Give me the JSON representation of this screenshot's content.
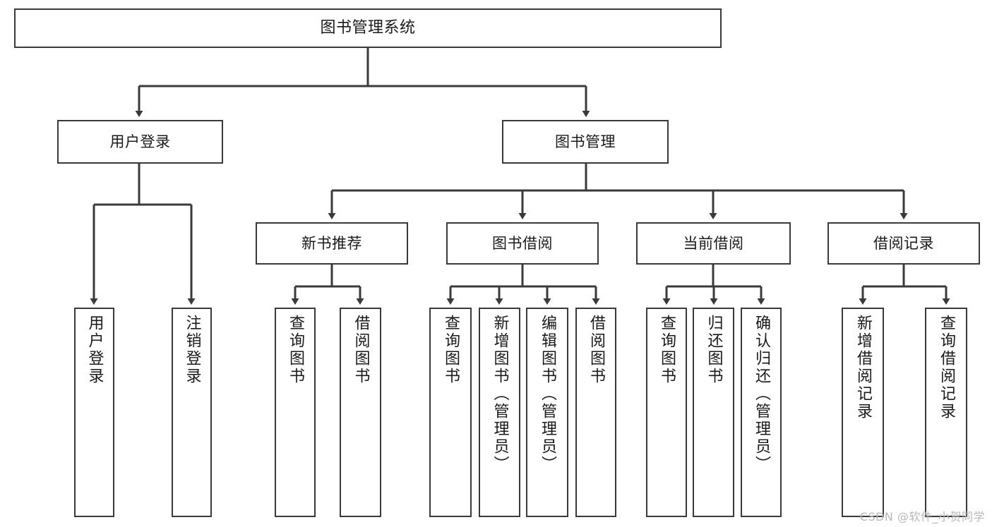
{
  "diagram": {
    "type": "tree",
    "title": "图书管理系统",
    "watermark": "CSDN @软件_小贺同学",
    "colors": {
      "box_border": "#3a3a3a",
      "box_fill": "#ffffff",
      "connector": "#3a3a3a",
      "text": "#1a1a1a",
      "watermark": "#b9b9b9"
    },
    "nodes": {
      "root": {
        "label": "图书管理系统"
      },
      "level2": [
        {
          "label": "用户登录"
        },
        {
          "label": "图书管理"
        }
      ],
      "level3": [
        {
          "label": "新书推荐"
        },
        {
          "label": "图书借阅"
        },
        {
          "label": "当前借阅"
        },
        {
          "label": "借阅记录"
        }
      ],
      "leaves_user_login": [
        {
          "label": "用户登录"
        },
        {
          "label": "注销登录"
        }
      ],
      "leaves_new_book": [
        {
          "label": "查询图书"
        },
        {
          "label": "借阅图书"
        }
      ],
      "leaves_borrow": [
        {
          "label": "查询图书"
        },
        {
          "label": "新增图书（管理员）"
        },
        {
          "label": "编辑图书（管理员）"
        },
        {
          "label": "借阅图书"
        }
      ],
      "leaves_current": [
        {
          "label": "查询图书"
        },
        {
          "label": "归还图书"
        },
        {
          "label": "确认归还（管理员）"
        }
      ],
      "leaves_record": [
        {
          "label": "新增借阅记录"
        },
        {
          "label": "查询借阅记录"
        }
      ]
    }
  }
}
